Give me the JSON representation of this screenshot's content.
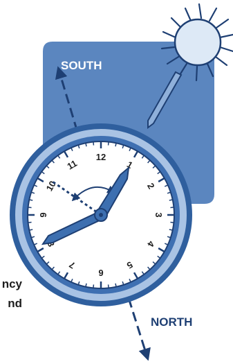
{
  "labels": {
    "south": "SOUTH",
    "north": "NORTH"
  },
  "clock": {
    "numerals": [
      "1",
      "2",
      "3",
      "4",
      "5",
      "6",
      "7",
      "8",
      "9",
      "10",
      "11",
      "12"
    ]
  },
  "cut_off_text": {
    "line1": "ncy",
    "line2": "nd"
  },
  "colors": {
    "panel": "#5b86bf",
    "clock_ring_dark": "#2f5f9e",
    "clock_ring_light": "#a9c3e4",
    "clock_face": "#ffffff",
    "hands": "#3d6fb0",
    "sun_fill": "#dde9f6",
    "outline": "#1e3f73",
    "north_label": "#1e3f73"
  },
  "icons": [
    "sun-icon",
    "clock-icon",
    "dashed-arrow-icon",
    "curved-arrow-icon"
  ]
}
